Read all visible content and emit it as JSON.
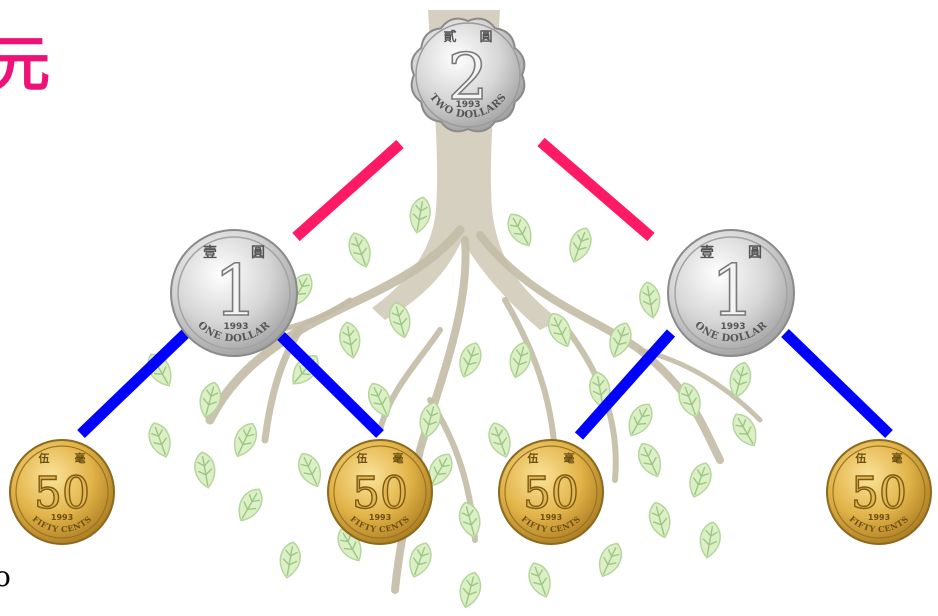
{
  "title_fragment": "元",
  "bottom_fragment": "o",
  "colors": {
    "title": "#ee1177",
    "edge_level1": "#ff1a66",
    "edge_level2": "#0000ff",
    "background": "#ffffff"
  },
  "coins": {
    "two_dollar": {
      "denomination": "2",
      "year": "1993",
      "legend": "TWO DOLLARS",
      "chars": [
        "貳",
        "圓"
      ]
    },
    "one_dollar": {
      "denomination": "1",
      "year": "1993",
      "legend": "ONE DOLLAR",
      "chars": [
        "壹",
        "圓"
      ]
    },
    "fifty_cents": {
      "denomination": "50",
      "year": "1993",
      "legend": "FIFTY CENTS",
      "chars": [
        "伍",
        "毫"
      ]
    }
  },
  "tree": {
    "root": {
      "coin": "two_dollar",
      "children": [
        {
          "coin": "one_dollar",
          "children": [
            {
              "coin": "fifty_cents"
            },
            {
              "coin": "fifty_cents"
            }
          ]
        },
        {
          "coin": "one_dollar",
          "children": [
            {
              "coin": "fifty_cents"
            },
            {
              "coin": "fifty_cents"
            }
          ]
        }
      ]
    }
  }
}
